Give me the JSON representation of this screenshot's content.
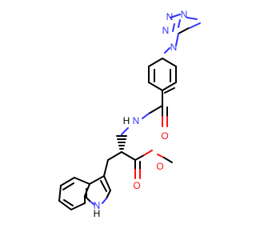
{
  "molecule": {
    "atoms": {
      "tz_n1": "N",
      "tz_n2": "N",
      "tz_n3": "N",
      "tz_n4": "N",
      "amide_n": "N",
      "amide_h": "H",
      "amide_o": "O",
      "ester_o_carbonyl": "O",
      "ester_o_methoxy": "O",
      "indole_n": "N",
      "indole_h": "H"
    },
    "colors": {
      "carbon_bond": "#000000",
      "nitrogen": "#3333ff",
      "oxygen": "#ff0d0d"
    }
  }
}
